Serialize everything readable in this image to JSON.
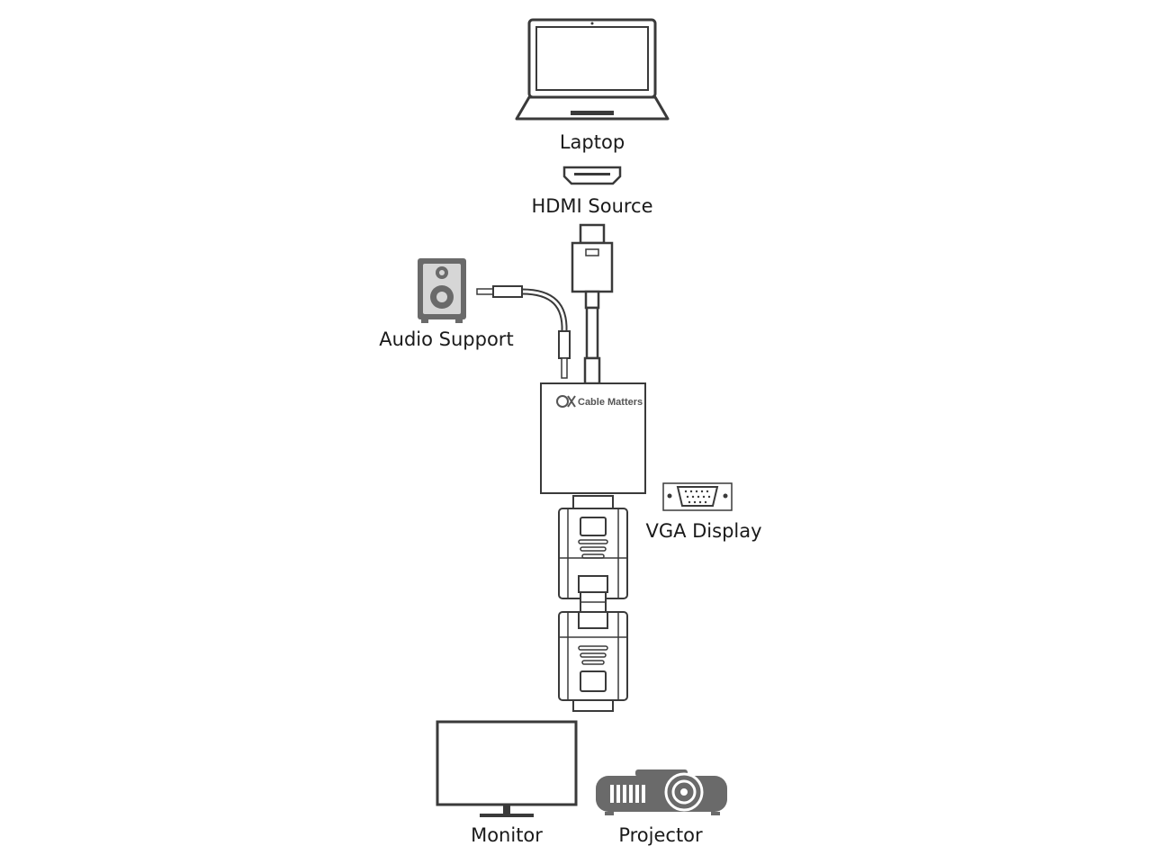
{
  "labels": {
    "laptop": "Laptop",
    "hdmi_source": "HDMI Source",
    "audio_support": "Audio Support",
    "vga_display": "VGA Display",
    "monitor": "Monitor",
    "projector": "Projector"
  },
  "adapter": {
    "brand": "Cable Matters"
  },
  "icons": {
    "laptop": "laptop-icon",
    "hdmi_port": "hdmi-port-icon",
    "speaker": "speaker-icon",
    "vga_port": "vga-port-icon",
    "monitor": "monitor-icon",
    "projector": "projector-icon"
  },
  "colors": {
    "stroke": "#3a3a3a",
    "fill_gray": "#6a6a6a",
    "text": "#1a1a1a"
  }
}
